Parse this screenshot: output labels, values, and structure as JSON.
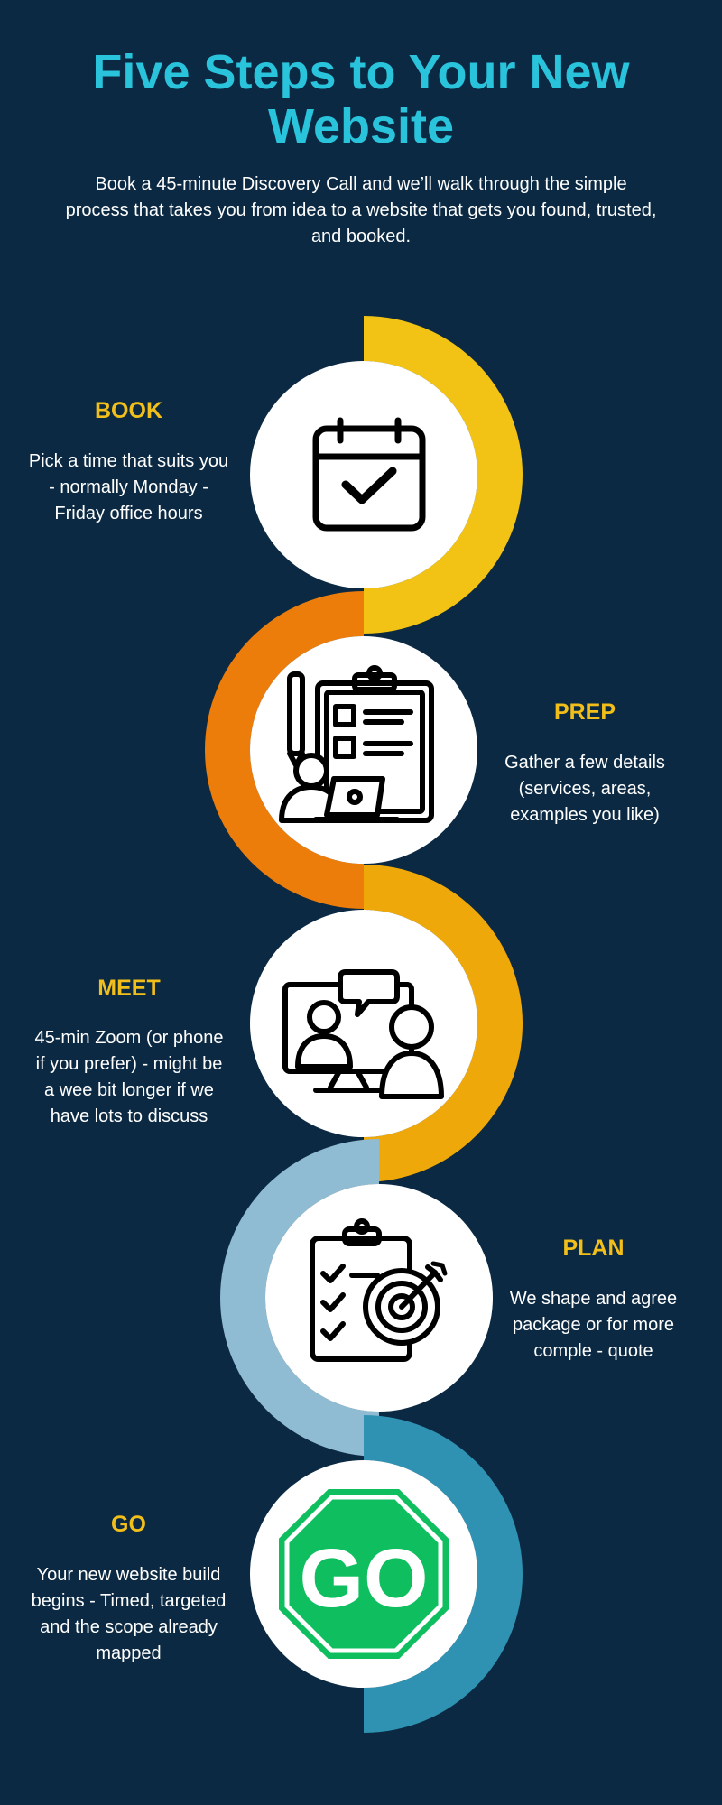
{
  "header": {
    "title": "Five Steps to Your New Website",
    "subtitle": "Book a 45-minute Discovery Call and we’ll walk through the simple process that takes you from idea to a website that gets you found, trusted, and booked."
  },
  "colors": {
    "background": "#0b2942",
    "title": "#29c3dc",
    "step_title": "#f2bf1a",
    "text": "#ffffff",
    "go_sign": "#0fbe5e"
  },
  "steps": [
    {
      "title": "BOOK",
      "description": "Pick a time that suits you - normally Monday - Friday office hours",
      "icon": "calendar-check-icon",
      "ring_color": "#f2c314"
    },
    {
      "title": "PREP",
      "description": "Gather a few details (services, areas, examples you like)",
      "icon": "clipboard-checklist-icon",
      "ring_color": "#ec7d0a"
    },
    {
      "title": "MEET",
      "description": "45-min Zoom (or phone if you prefer) - might be a wee bit longer if we have lots to discuss",
      "icon": "video-call-icon",
      "ring_color": "#efa80a"
    },
    {
      "title": "PLAN",
      "description": "We shape and agree package or for more comple - quote",
      "icon": "target-plan-icon",
      "ring_color": "#8fbcd3"
    },
    {
      "title": "GO",
      "description": "Your new website build begins - Timed, targeted and the scope already mapped",
      "icon": "go-sign-icon",
      "icon_text": "GO",
      "ring_color": "#2f92b3"
    }
  ]
}
